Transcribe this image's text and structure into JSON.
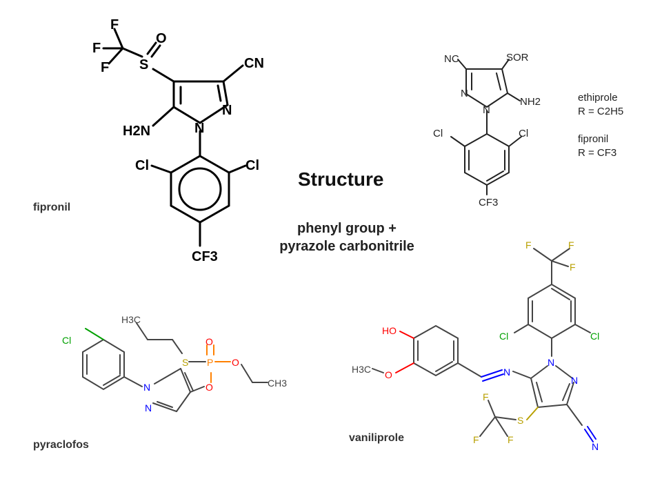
{
  "slide": {
    "title": "Structure",
    "subtitle_line1": "phenyl group +",
    "subtitle_line2": "pyrazole carbonitrile"
  },
  "molecules": {
    "fipronil": {
      "name": "fipronil",
      "atoms": [
        "F",
        "F",
        "F",
        "S",
        "O",
        "CN",
        "N",
        "N",
        "H2N",
        "Cl",
        "Cl",
        "CF3"
      ]
    },
    "ethiprole": {
      "atoms": [
        "NC",
        "SOR",
        "N",
        "N",
        "NH2",
        "Cl",
        "Cl",
        "CF3"
      ],
      "legend": [
        {
          "name": "ethiprole",
          "formula": "R = C2H5"
        },
        {
          "name": "fipronil",
          "formula": "R = CF3"
        }
      ]
    },
    "pyraclofos": {
      "name": "pyraclofos",
      "atoms": [
        "Cl",
        "H3C",
        "S",
        "O",
        "P",
        "O",
        "O",
        "CH3",
        "N",
        "N"
      ]
    },
    "vaniliprole": {
      "name": "vaniliprole",
      "atoms": [
        "HO",
        "H3C",
        "O",
        "N",
        "N",
        "N",
        "Cl",
        "Cl",
        "F",
        "F",
        "F",
        "S",
        "F",
        "F",
        "F",
        "N"
      ]
    }
  },
  "colors": {
    "bond": "#000000",
    "oxygen": "#ff0000",
    "nitrogen": "#0000ff",
    "chlorine": "#00a000",
    "sulfur": "#b8a000",
    "fluorine": "#b8a000",
    "phosphorus": "#ff8000",
    "text": "#222222"
  }
}
